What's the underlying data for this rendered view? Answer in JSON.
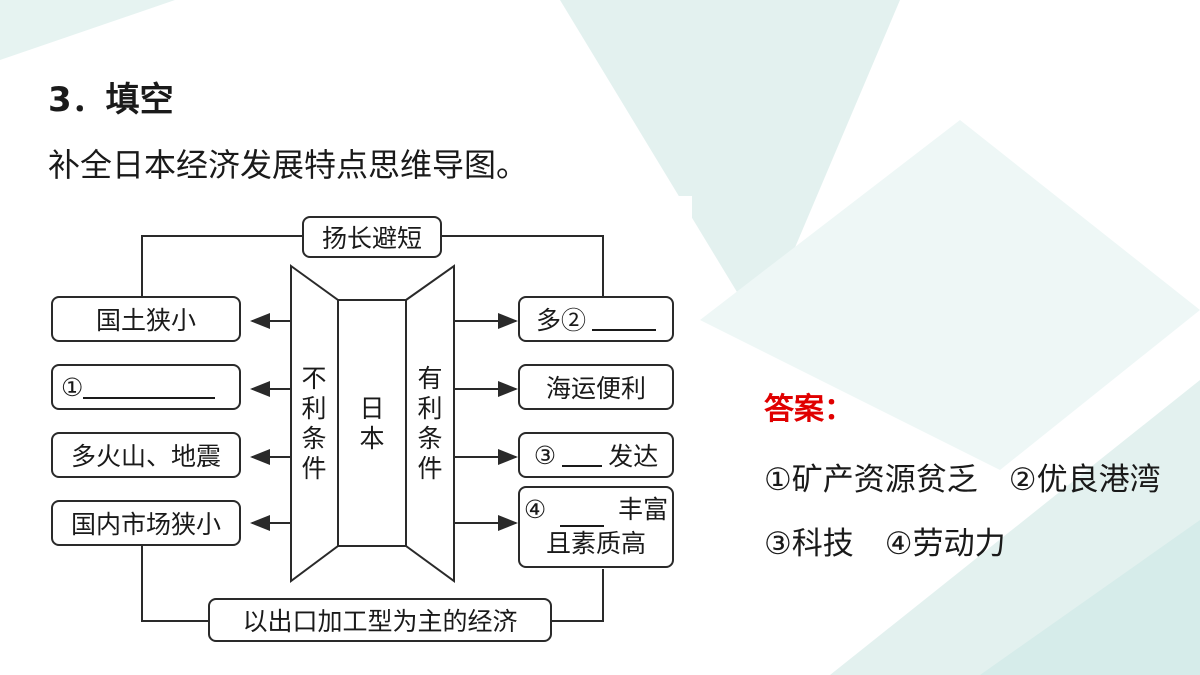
{
  "heading": "3．填空",
  "instruction": "补全日本经济发展特点思维导图。",
  "diagram": {
    "top_box": "扬长避短",
    "bottom_box": "以出口加工型为主的经济",
    "center": [
      "日",
      "本"
    ],
    "left_panel": [
      "不",
      "利",
      "条",
      "件"
    ],
    "right_panel": [
      "有",
      "利",
      "条",
      "件"
    ],
    "left_boxes": {
      "item1": "国土狭小",
      "item2_num": "①",
      "item3": "多火山、地震",
      "item4": "国内市场狭小"
    },
    "right_boxes": {
      "item1_prefix": "多②",
      "item2": "海运便利",
      "item3_num": "③",
      "item3_suffix": "发达",
      "item4_num": "④",
      "item4_suffix": "丰富",
      "item4_line2": "且素质高"
    }
  },
  "answer": {
    "title": "答案：",
    "text": "①矿产资源贫乏　②优良港湾　③科技　④劳动力"
  },
  "colors": {
    "answer_title": "#e00000",
    "text": "#1a1a1a",
    "deco": "#dff0ee"
  }
}
